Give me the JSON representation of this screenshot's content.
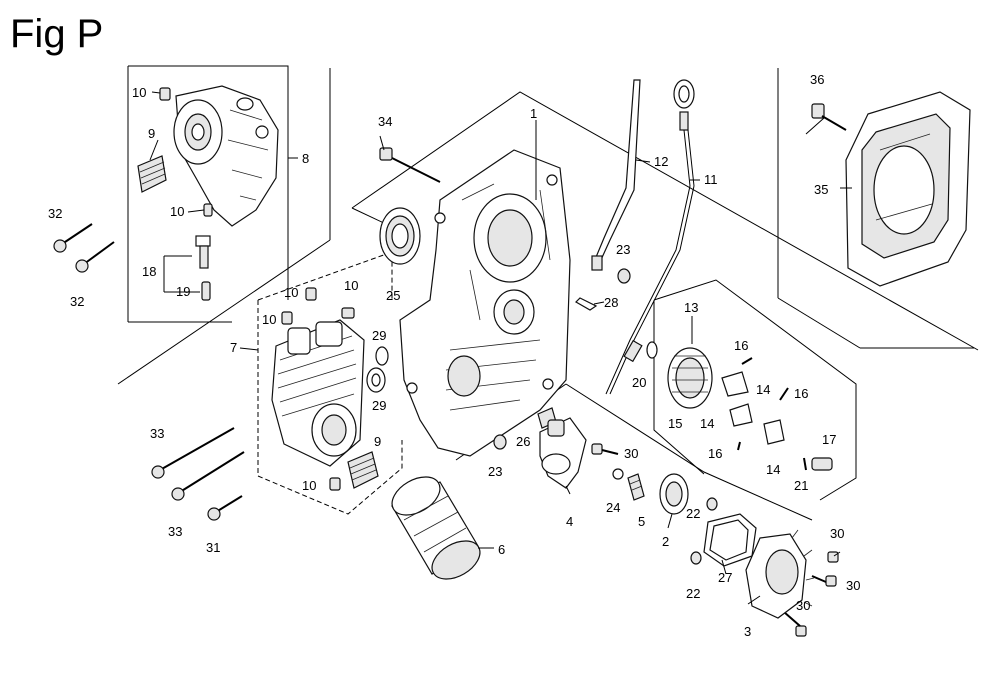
{
  "figure": {
    "title": "Fig P"
  },
  "callouts": {
    "p1": "1",
    "p2": "2",
    "p3": "3",
    "p4": "4",
    "p5": "5",
    "p6": "6",
    "p7": "7",
    "p8": "8",
    "p9a": "9",
    "p9b": "9",
    "p10a": "10",
    "p10b": "10",
    "p10c": "10",
    "p10d": "10",
    "p10e": "10",
    "p10f": "10",
    "p11": "11",
    "p12": "12",
    "p13": "13",
    "p14a": "14",
    "p14b": "14",
    "p14c": "14",
    "p15": "15",
    "p16a": "16",
    "p16b": "16",
    "p16c": "16",
    "p17": "17",
    "p18": "18",
    "p19": "19",
    "p20": "20",
    "p21": "21",
    "p22a": "22",
    "p22b": "22",
    "p23a": "23",
    "p23b": "23",
    "p24": "24",
    "p25": "25",
    "p26": "26",
    "p27": "27",
    "p28": "28",
    "p29a": "29",
    "p29b": "29",
    "p30a": "30",
    "p30b": "30",
    "p30c": "30",
    "p30d": "30",
    "p31": "31",
    "p32a": "32",
    "p32b": "32",
    "p33a": "33",
    "p33b": "33",
    "p34": "34",
    "p35": "35",
    "p36": "36"
  }
}
